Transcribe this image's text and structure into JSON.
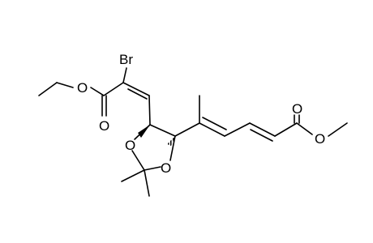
{
  "molecule": {
    "atom_labels": {
      "bromine": "Br",
      "ester_left_O_single": "O",
      "ester_left_O_double": "O",
      "ring_O_1": "O",
      "ring_O_2": "O",
      "ester_right_O_double": "O",
      "ester_right_O_single": "O"
    },
    "colors": {
      "bond": "#000000",
      "label": "#000000",
      "background": "#ffffff"
    }
  }
}
